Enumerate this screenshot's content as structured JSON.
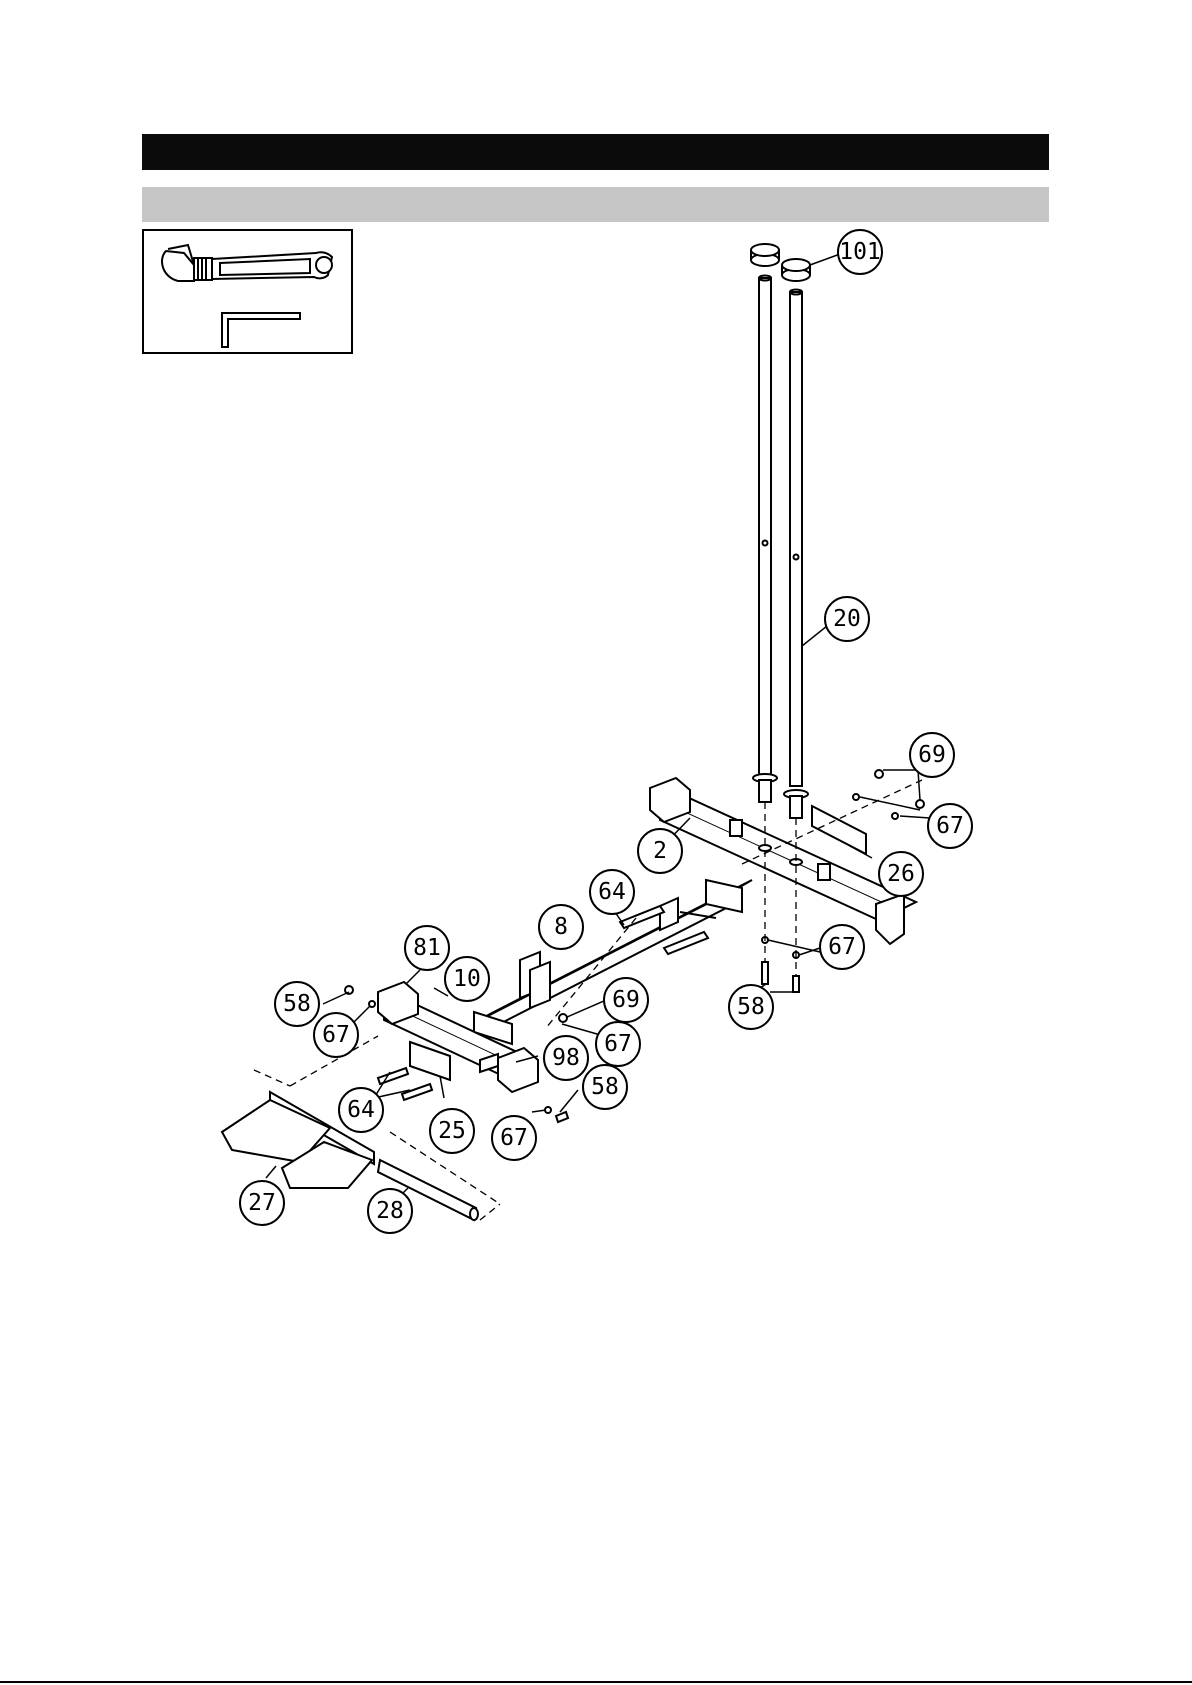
{
  "header": {
    "title": "",
    "subtitle": ""
  },
  "tools": [
    {
      "name": "adjustable-wrench",
      "icon": "wrench-icon"
    },
    {
      "name": "allen-key",
      "icon": "allen-key-icon"
    }
  ],
  "callouts": [
    {
      "id": "c101",
      "label": "101"
    },
    {
      "id": "c20",
      "label": "20"
    },
    {
      "id": "c69a",
      "label": "69"
    },
    {
      "id": "c67a",
      "label": "67"
    },
    {
      "id": "c2",
      "label": "2"
    },
    {
      "id": "c26",
      "label": "26"
    },
    {
      "id": "c64a",
      "label": "64"
    },
    {
      "id": "c8",
      "label": "8"
    },
    {
      "id": "c67b",
      "label": "67"
    },
    {
      "id": "c58a",
      "label": "58"
    },
    {
      "id": "c81",
      "label": "81"
    },
    {
      "id": "c10",
      "label": "10"
    },
    {
      "id": "c58b",
      "label": "58"
    },
    {
      "id": "c67c",
      "label": "67"
    },
    {
      "id": "c69b",
      "label": "69"
    },
    {
      "id": "c67d",
      "label": "67"
    },
    {
      "id": "c98",
      "label": "98"
    },
    {
      "id": "c58c",
      "label": "58"
    },
    {
      "id": "c64b",
      "label": "64"
    },
    {
      "id": "c25",
      "label": "25"
    },
    {
      "id": "c67e",
      "label": "67"
    },
    {
      "id": "c27",
      "label": "27"
    },
    {
      "id": "c28",
      "label": "28"
    }
  ]
}
